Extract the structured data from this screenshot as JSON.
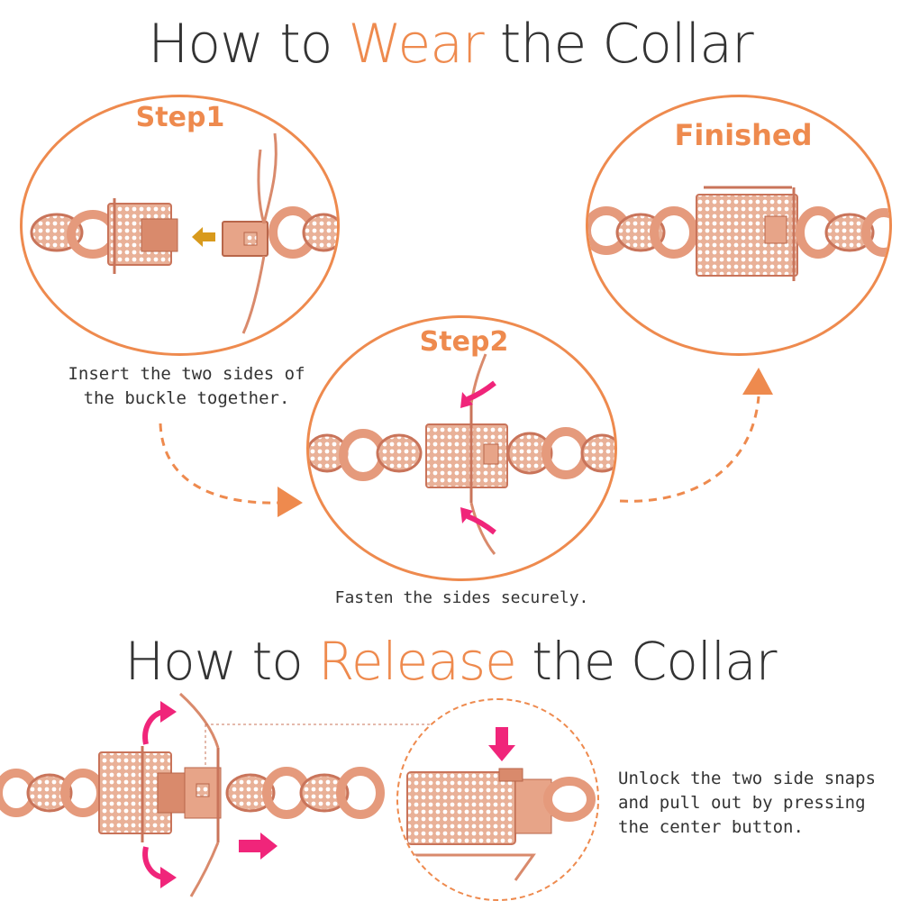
{
  "wear_heading": {
    "prefix": "How to ",
    "accent": "Wear",
    "suffix": " the Collar"
  },
  "release_heading": {
    "prefix": "How to ",
    "accent": "Release",
    "suffix": " the Collar"
  },
  "steps": {
    "step1": {
      "label": "Step1",
      "caption_line1": "Insert the two sides of",
      "caption_line2": "the buckle together."
    },
    "step2": {
      "label": "Step2",
      "caption": "Fasten the sides securely."
    },
    "finished": {
      "label": "Finished"
    }
  },
  "release_caption": {
    "line1": "Unlock the two side snaps",
    "line2": "and pull out by pressing",
    "line3": "the center button."
  },
  "colors": {
    "accent": "#ee8a4e",
    "rose_gold": "#e8a889",
    "rose_gold_dark": "#c9745a",
    "magenta_arrow": "#f0257a",
    "gold_arrow": "#d89a1d",
    "text": "#333333"
  }
}
